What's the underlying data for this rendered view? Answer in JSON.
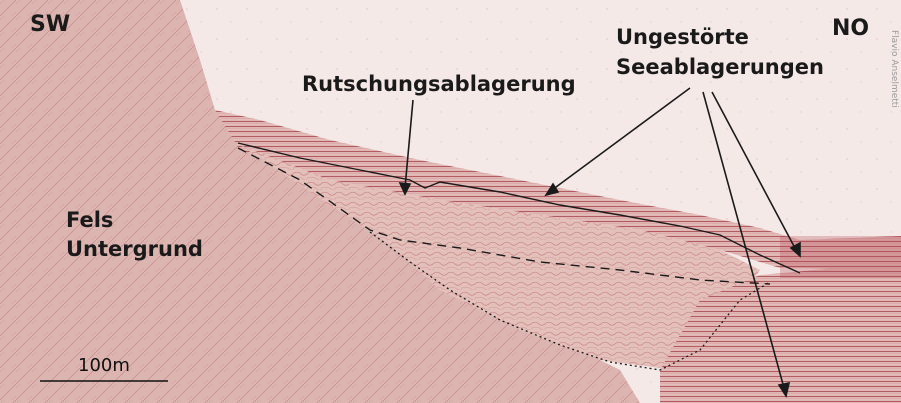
{
  "labels": {
    "sw": "SW",
    "no": "NO",
    "undisturbed_line1": "Ungestörte",
    "undisturbed_line2": "Seeablagerungen",
    "slide_deposit": "Rutschungsablagerung",
    "bedrock_line1": "Fels",
    "bedrock_line2": "Untergrund",
    "scale": "100m",
    "credit": "Flavio Anselmetti"
  },
  "colors": {
    "sediment_base": "#e8c8c4",
    "reflector": "#a03a45",
    "bedrock": "#d9b0ad",
    "annotation": "#1a1a1a"
  }
}
